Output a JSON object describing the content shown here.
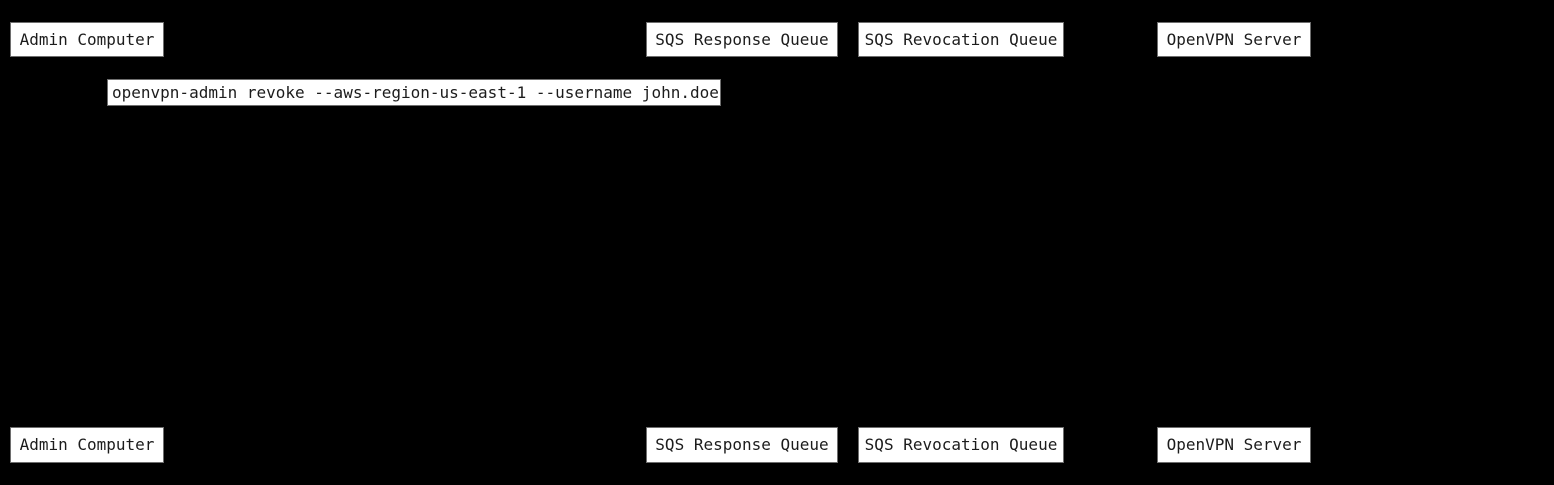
{
  "diagram": {
    "type": "sequence-diagram",
    "colors": {
      "background": "#000000",
      "box_fill": "#ffffff",
      "box_border": "#6e6e6e",
      "text": "#1c1c1c"
    },
    "participants": [
      {
        "label": "Admin Computer"
      },
      {
        "label": "SQS Response Queue"
      },
      {
        "label": "SQS Revocation Queue"
      },
      {
        "label": "OpenVPN Server"
      }
    ],
    "messages": [
      {
        "label": "openvpn-admin revoke --aws-region-us-east-1 --username john.doe"
      }
    ]
  }
}
